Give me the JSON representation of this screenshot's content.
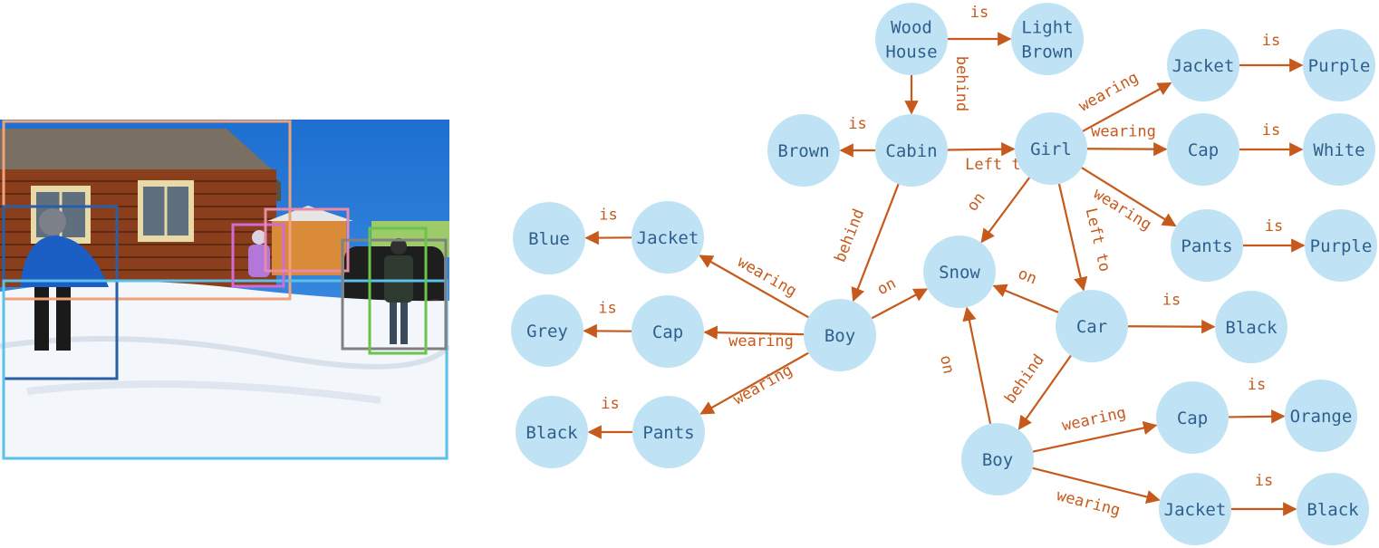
{
  "colors": {
    "node_fill": "#bfe3f4",
    "node_text": "#2f5f8e",
    "edge": "#c55a1c",
    "box_house": "#f0a27a",
    "box_boy": "#2a5fa8",
    "box_snow": "#5bc0ea",
    "box_girl": "#d36ad6",
    "box_pink": "#e88aa8",
    "box_car": "#808080",
    "box_boy2": "#6cc24a"
  },
  "nodes": [
    {
      "id": "wood_house",
      "lines": [
        "Wood",
        "House"
      ]
    },
    {
      "id": "light_brown",
      "lines": [
        "Light",
        "Brown"
      ]
    },
    {
      "id": "jacket_g",
      "lines": [
        "Jacket"
      ]
    },
    {
      "id": "purple_1",
      "lines": [
        "Purple"
      ]
    },
    {
      "id": "brown",
      "lines": [
        "Brown"
      ]
    },
    {
      "id": "cabin",
      "lines": [
        "Cabin"
      ]
    },
    {
      "id": "girl",
      "lines": [
        "Girl"
      ]
    },
    {
      "id": "cap_g",
      "lines": [
        "Cap"
      ]
    },
    {
      "id": "white",
      "lines": [
        "White"
      ]
    },
    {
      "id": "pants_g",
      "lines": [
        "Pants"
      ]
    },
    {
      "id": "purple_2",
      "lines": [
        "Purple"
      ]
    },
    {
      "id": "blue",
      "lines": [
        "Blue"
      ]
    },
    {
      "id": "jacket_b",
      "lines": [
        "Jacket"
      ]
    },
    {
      "id": "snow",
      "lines": [
        "Snow"
      ]
    },
    {
      "id": "grey",
      "lines": [
        "Grey"
      ]
    },
    {
      "id": "cap_b",
      "lines": [
        "Cap"
      ]
    },
    {
      "id": "boy1",
      "lines": [
        "Boy"
      ]
    },
    {
      "id": "car",
      "lines": [
        "Car"
      ]
    },
    {
      "id": "black_car",
      "lines": [
        "Black"
      ]
    },
    {
      "id": "black_p",
      "lines": [
        "Black"
      ]
    },
    {
      "id": "pants_b",
      "lines": [
        "Pants"
      ]
    },
    {
      "id": "cap_b2",
      "lines": [
        "Cap"
      ]
    },
    {
      "id": "orange",
      "lines": [
        "Orange"
      ]
    },
    {
      "id": "boy2",
      "lines": [
        "Boy"
      ]
    },
    {
      "id": "jacket_b2",
      "lines": [
        "Jacket"
      ]
    },
    {
      "id": "black_j",
      "lines": [
        "Black"
      ]
    }
  ],
  "edges": [
    {
      "from": "wood_house",
      "to": "light_brown",
      "label": "is"
    },
    {
      "from": "wood_house",
      "to": "cabin",
      "label": "behind"
    },
    {
      "from": "cabin",
      "to": "brown",
      "label": "is"
    },
    {
      "from": "cabin",
      "to": "girl",
      "label": "Left to"
    },
    {
      "from": "cabin",
      "to": "boy1",
      "label": "behind"
    },
    {
      "from": "girl",
      "to": "jacket_g",
      "label": "wearing"
    },
    {
      "from": "girl",
      "to": "cap_g",
      "label": "wearing"
    },
    {
      "from": "girl",
      "to": "pants_g",
      "label": "wearing"
    },
    {
      "from": "jacket_g",
      "to": "purple_1",
      "label": "is"
    },
    {
      "from": "cap_g",
      "to": "white",
      "label": "is"
    },
    {
      "from": "pants_g",
      "to": "purple_2",
      "label": "is"
    },
    {
      "from": "girl",
      "to": "snow",
      "label": "on"
    },
    {
      "from": "girl",
      "to": "car",
      "label": "Left to"
    },
    {
      "from": "boy1",
      "to": "jacket_b",
      "label": "wearing"
    },
    {
      "from": "boy1",
      "to": "cap_b",
      "label": "wearing"
    },
    {
      "from": "boy1",
      "to": "pants_b",
      "label": "wearing"
    },
    {
      "from": "jacket_b",
      "to": "blue",
      "label": "is"
    },
    {
      "from": "cap_b",
      "to": "grey",
      "label": "is"
    },
    {
      "from": "pants_b",
      "to": "black_p",
      "label": "is"
    },
    {
      "from": "boy1",
      "to": "snow",
      "label": "on"
    },
    {
      "from": "car",
      "to": "snow",
      "label": "on"
    },
    {
      "from": "car",
      "to": "black_car",
      "label": "is"
    },
    {
      "from": "car",
      "to": "boy2",
      "label": "behind"
    },
    {
      "from": "boy2",
      "to": "snow",
      "label": "on"
    },
    {
      "from": "boy2",
      "to": "cap_b2",
      "label": "wearing"
    },
    {
      "from": "boy2",
      "to": "jacket_b2",
      "label": "wearing"
    },
    {
      "from": "cap_b2",
      "to": "orange",
      "label": "is"
    },
    {
      "from": "jacket_b2",
      "to": "black_j",
      "label": "is"
    }
  ]
}
